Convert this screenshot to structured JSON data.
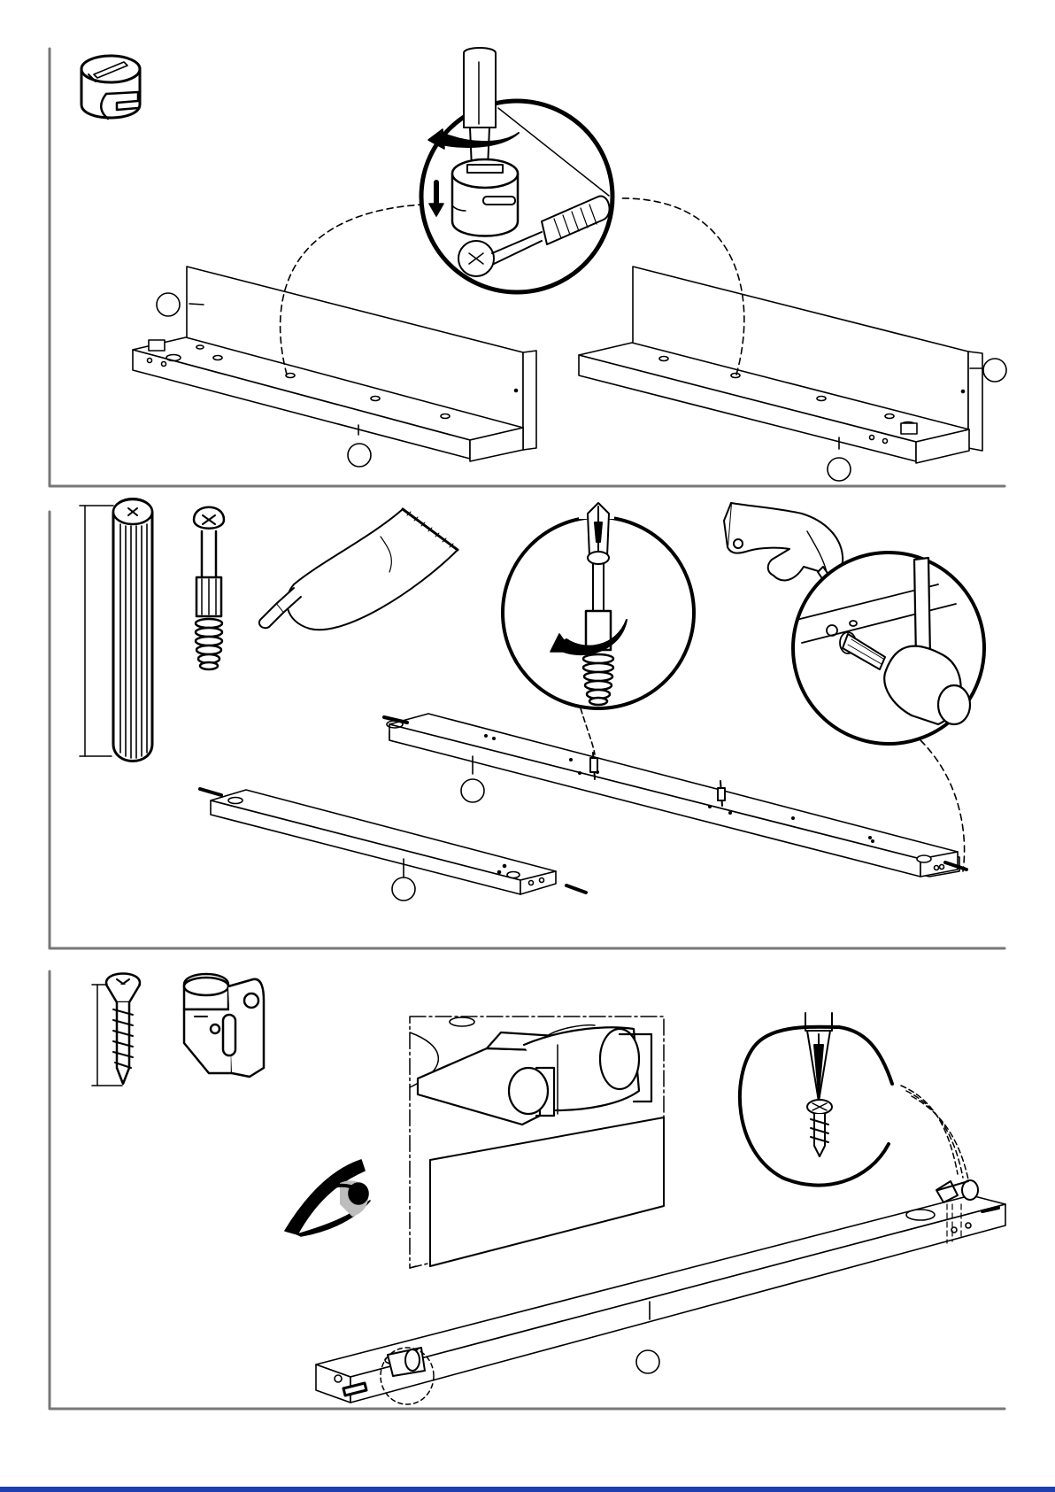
{
  "colors": {
    "ink": "#000000",
    "paper": "#ffffff",
    "frame": "#777777",
    "shade": "#bdbdbd",
    "bottom_strip": "#1d3fb0"
  },
  "steps": [
    {
      "id": "step-1",
      "hardware_icon": "cam-lock-icon",
      "callout": "screwdriver-tightening-cam-lock"
    },
    {
      "id": "step-2",
      "hardware_icons": [
        "wooden-dowel-icon",
        "cam-bolt-icon",
        "glue-tube-icon"
      ],
      "callouts": [
        "screwdriver-inserting-cam-bolt",
        "hand-applying-glue-and-hammering-dowel"
      ]
    },
    {
      "id": "step-3",
      "hardware_icons": [
        "screw-icon",
        "hinge-bracket-icon",
        "eye-icon"
      ],
      "callouts": [
        "detail-hinge-bracket",
        "screwdriver-driving-screw"
      ]
    }
  ]
}
